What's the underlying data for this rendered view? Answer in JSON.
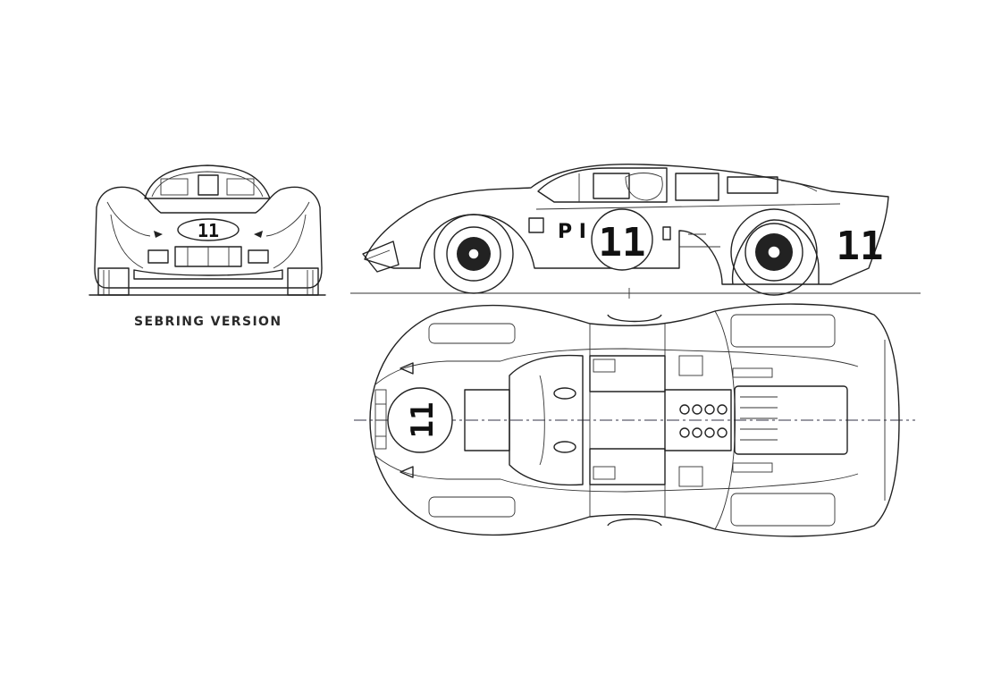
{
  "caption": "SEBRING VERSION",
  "views": {
    "side": {
      "race_number": "11",
      "tail_number": "11",
      "class_plate": "P I"
    },
    "front": {
      "race_number": "11"
    },
    "top": {
      "race_number": "11"
    }
  },
  "colors": {
    "ink": "#222222",
    "paper": "#ffffff"
  }
}
